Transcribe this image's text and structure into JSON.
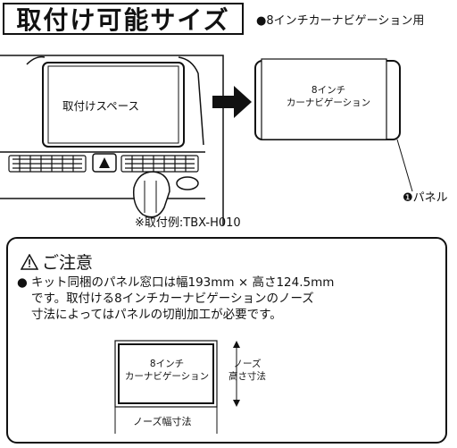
{
  "header": {
    "title": "取付け可能サイズ",
    "subtitle": "●8インチカーナビゲーション用"
  },
  "illustration": {
    "install_space_label": "取付けスペース",
    "navi_label_line1": "8インチ",
    "navi_label_line2": "カーナビゲーション",
    "panel_callout": "❶パネル",
    "example_caption": "※取付例:TBX-H010"
  },
  "notice": {
    "title": "ご注意",
    "bullet": "●",
    "text_line1": "キット同梱のパネル窓口は幅193mm × 高さ124.5mm",
    "text_line2": "です。取付ける8インチカーナビゲーションのノーズ",
    "text_line3": "寸法によってはパネルの切削加工が必要です。",
    "diagram_label_line1": "8インチ",
    "diagram_label_line2": "カーナビゲーション",
    "height_label_line1": "ノーズ",
    "height_label_line2": "高さ寸法",
    "width_label": "ノーズ幅寸法"
  }
}
